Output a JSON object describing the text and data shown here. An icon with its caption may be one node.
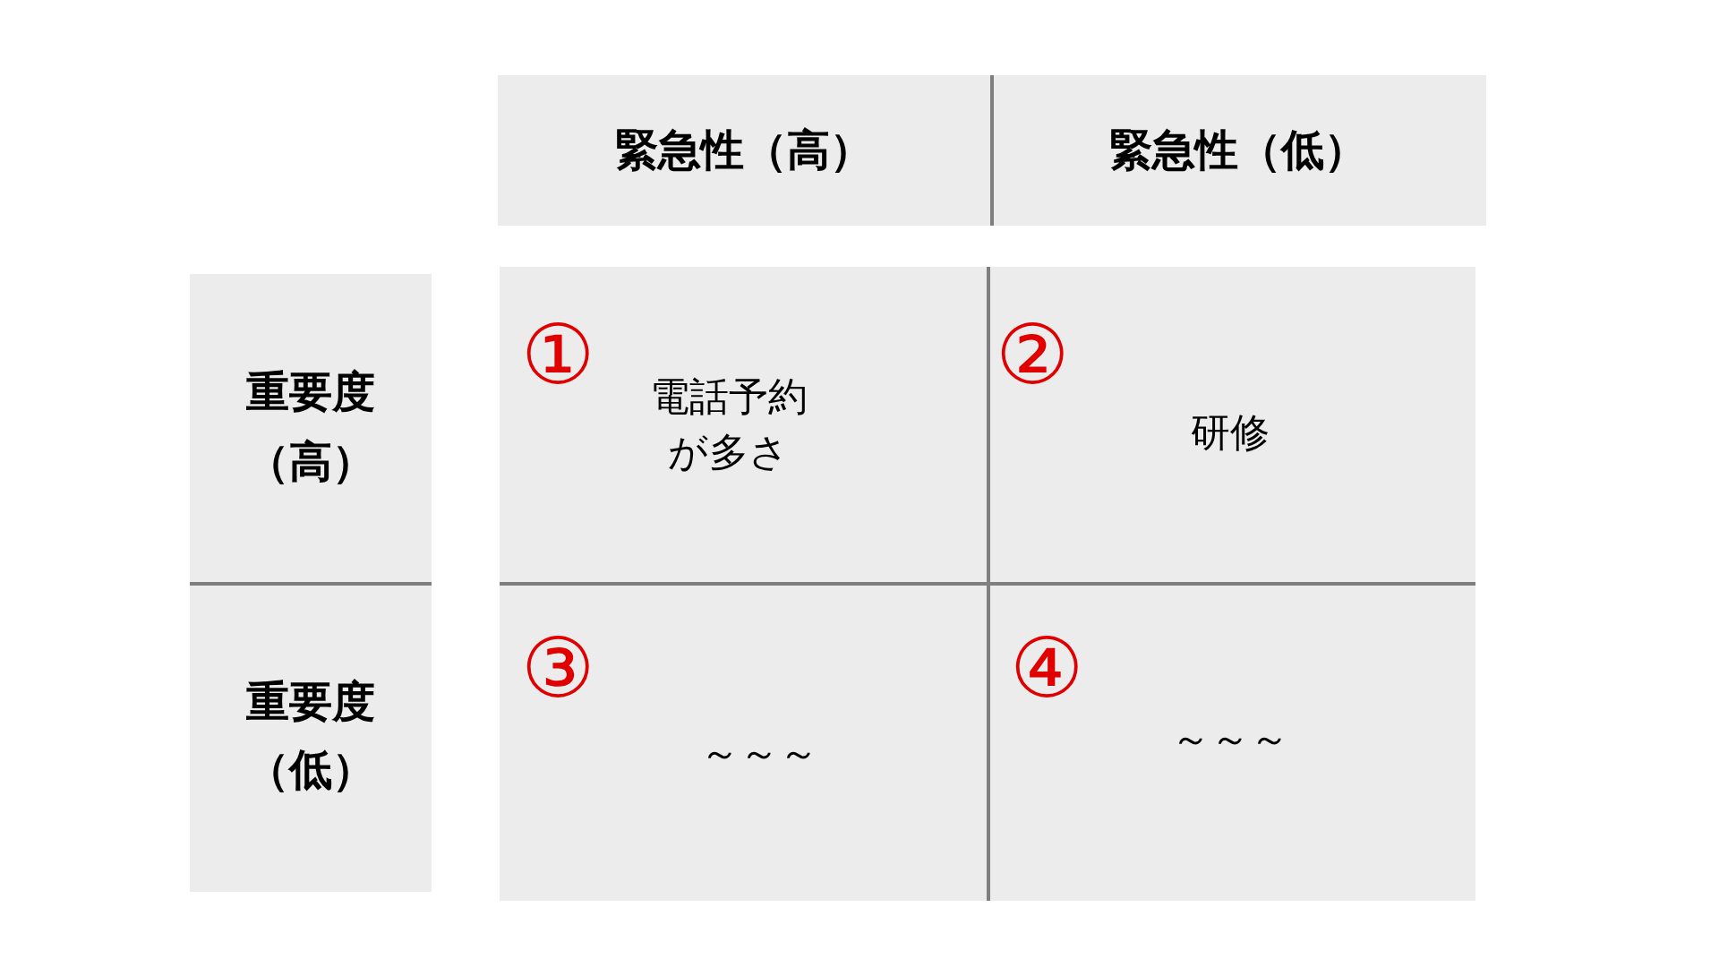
{
  "diagram": {
    "nodes": [
      {
        "text": [
          "緊急性（高）"
        ]
      },
      {
        "text": [
          "緊急性（低）"
        ]
      },
      {
        "text": [
          "重要度（高）"
        ]
      },
      {
        "text": [
          "重要度（低）"
        ]
      },
      {
        "text": [
          "①",
          "電話予約が多さ"
        ]
      },
      {
        "text": [
          "②",
          "研修"
        ]
      },
      {
        "text": [
          "③",
          "～～～"
        ]
      },
      {
        "text": [
          "④",
          "～～～"
        ]
      }
    ],
    "edges": []
  }
}
